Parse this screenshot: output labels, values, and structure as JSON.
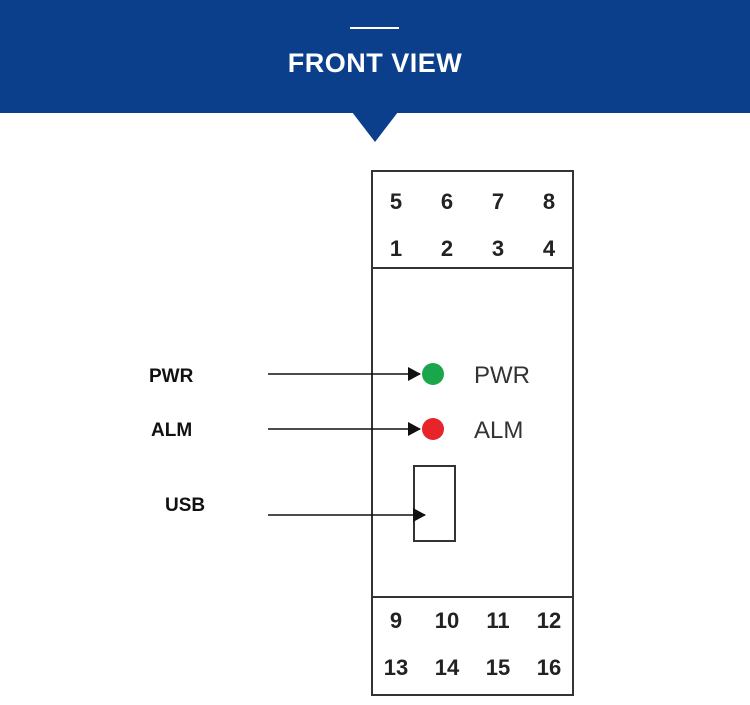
{
  "header": {
    "title": "FRONT VIEW"
  },
  "device": {
    "top_terminals_row1": [
      "5",
      "6",
      "7",
      "8"
    ],
    "top_terminals_row2": [
      "1",
      "2",
      "3",
      "4"
    ],
    "bottom_terminals_row1": [
      "9",
      "10",
      "11",
      "12"
    ],
    "bottom_terminals_row2": [
      "13",
      "14",
      "15",
      "16"
    ],
    "leds": [
      {
        "label": "PWR",
        "color": "#1aa64b"
      },
      {
        "label": "ALM",
        "color": "#e8242b"
      }
    ]
  },
  "callouts": {
    "pwr": "PWR",
    "alm": "ALM",
    "usb": "USB"
  },
  "colors": {
    "banner": "#0b3f8c"
  }
}
